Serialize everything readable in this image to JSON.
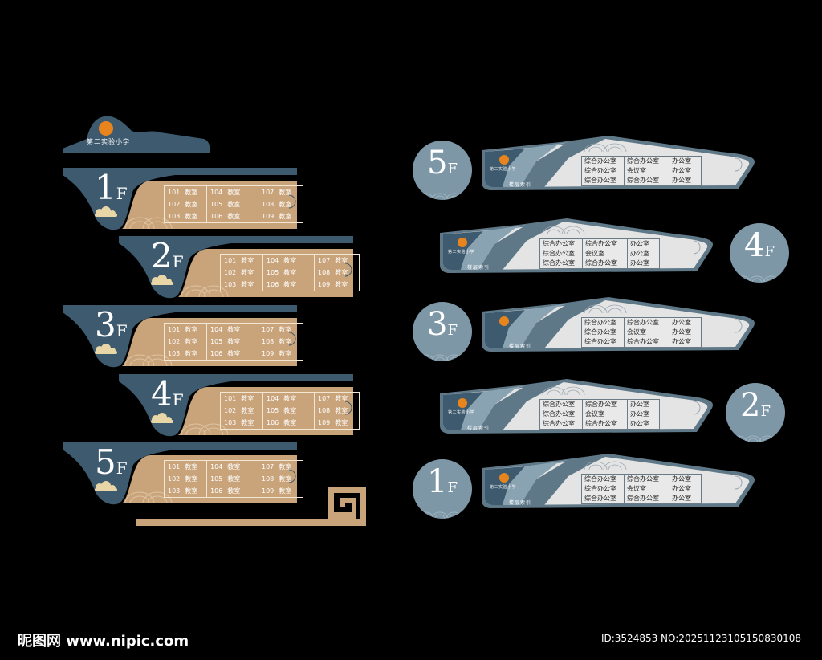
{
  "header": {
    "school_name": "第二实验小学"
  },
  "left_signs": [
    {
      "floor_number": "1",
      "floor_suffix": "F",
      "rows": [
        [
          "101",
          "教室",
          "104",
          "教室",
          "107",
          "教室"
        ],
        [
          "102",
          "教室",
          "105",
          "教室",
          "108",
          "教室"
        ],
        [
          "103",
          "教室",
          "106",
          "教室",
          "109",
          "教室"
        ]
      ]
    },
    {
      "floor_number": "2",
      "floor_suffix": "F",
      "rows": [
        [
          "101",
          "教室",
          "104",
          "教室",
          "107",
          "教室"
        ],
        [
          "102",
          "教室",
          "105",
          "教室",
          "108",
          "教室"
        ],
        [
          "103",
          "教室",
          "106",
          "教室",
          "109",
          "教室"
        ]
      ]
    },
    {
      "floor_number": "3",
      "floor_suffix": "F",
      "rows": [
        [
          "101",
          "教室",
          "104",
          "教室",
          "107",
          "教室"
        ],
        [
          "102",
          "教室",
          "105",
          "教室",
          "108",
          "教室"
        ],
        [
          "103",
          "教室",
          "106",
          "教室",
          "109",
          "教室"
        ]
      ]
    },
    {
      "floor_number": "4",
      "floor_suffix": "F",
      "rows": [
        [
          "101",
          "教室",
          "104",
          "教室",
          "107",
          "教室"
        ],
        [
          "102",
          "教室",
          "105",
          "教室",
          "108",
          "教室"
        ],
        [
          "103",
          "教室",
          "106",
          "教室",
          "109",
          "教室"
        ]
      ]
    },
    {
      "floor_number": "5",
      "floor_suffix": "F",
      "rows": [
        [
          "101",
          "教室",
          "104",
          "教室",
          "107",
          "教室"
        ],
        [
          "102",
          "教室",
          "105",
          "教室",
          "108",
          "教室"
        ],
        [
          "103",
          "教室",
          "106",
          "教室",
          "109",
          "教室"
        ]
      ]
    }
  ],
  "right_signs": [
    {
      "floor_number": "5",
      "floor_suffix": "F",
      "brand": "第二实验小学",
      "index_label": "楼层索引",
      "rows": [
        [
          "综合办公室",
          "综合办公室",
          "办公室"
        ],
        [
          "综合办公室",
          "会议室",
          "办公室"
        ],
        [
          "综合办公室",
          "综合办公室",
          "办公室"
        ]
      ]
    },
    {
      "floor_number": "4",
      "floor_suffix": "F",
      "brand": "第二实验小学",
      "index_label": "楼层索引",
      "rows": [
        [
          "综合办公室",
          "综合办公室",
          "办公室"
        ],
        [
          "综合办公室",
          "会议室",
          "办公室"
        ],
        [
          "综合办公室",
          "综合办公室",
          "办公室"
        ]
      ]
    },
    {
      "floor_number": "3",
      "floor_suffix": "F",
      "brand": "",
      "index_label": "楼层索引",
      "rows": [
        [
          "综合办公室",
          "综合办公室",
          "办公室"
        ],
        [
          "综合办公室",
          "会议室",
          "办公室"
        ],
        [
          "综合办公室",
          "综合办公室",
          "办公室"
        ]
      ]
    },
    {
      "floor_number": "2",
      "floor_suffix": "F",
      "brand": "第二实验小学",
      "index_label": "楼层索引",
      "rows": [
        [
          "综合办公室",
          "综合办公室",
          "办公室"
        ],
        [
          "综合办公室",
          "会议室",
          "办公室"
        ],
        [
          "综合办公室",
          "综合办公室",
          "办公室"
        ]
      ]
    },
    {
      "floor_number": "1",
      "floor_suffix": "F",
      "brand": "第二实验小学",
      "index_label": "楼层索引",
      "rows": [
        [
          "综合办公室",
          "综合办公室",
          "办公室"
        ],
        [
          "综合办公室",
          "会议室",
          "办公室"
        ],
        [
          "综合办公室",
          "综合办公室",
          "办公室"
        ]
      ]
    }
  ],
  "footer": {
    "logo": "昵图网 www.nipic.com",
    "id_text": "ID:3524853 NO:20251123105150830108"
  },
  "colors": {
    "navy": "#3d5a6e",
    "wood": "#c9a37a",
    "slate": "#7d97a7",
    "panel": "#e4e4e4",
    "sun": "#e8841e"
  }
}
